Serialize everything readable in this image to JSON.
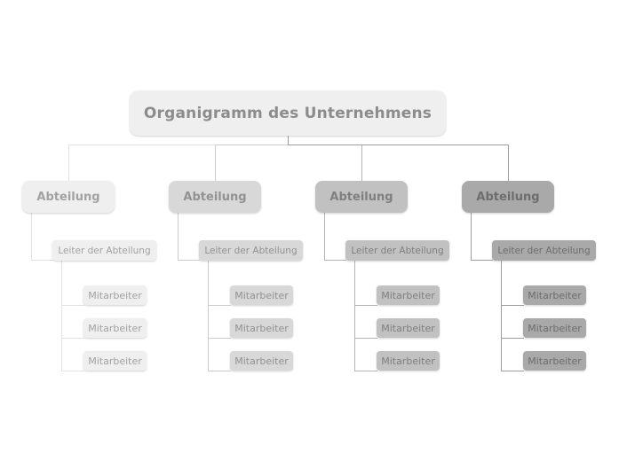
{
  "diagram": {
    "title": "Organigramm des Unternehmens",
    "background": "#ffffff",
    "root": {
      "fill": "#efefef",
      "text_color": "#8c8c8c"
    },
    "departments": [
      {
        "label": "Abteilung",
        "leader_label": "Leiter der Abteilung",
        "employee_labels": [
          "Mitarbeiter",
          "Mitarbeiter",
          "Mitarbeiter"
        ],
        "colors": {
          "fill": "#efefef",
          "text": "#a2a2a2",
          "line": "#e2e2e2"
        }
      },
      {
        "label": "Abteilung",
        "leader_label": "Leiter der Abteilung",
        "employee_labels": [
          "Mitarbeiter",
          "Mitarbeiter",
          "Mitarbeiter"
        ],
        "colors": {
          "fill": "#d8d8d8",
          "text": "#929292",
          "line": "#cccccc"
        }
      },
      {
        "label": "Abteilung",
        "leader_label": "Leiter der Abteilung",
        "employee_labels": [
          "Mitarbeiter",
          "Mitarbeiter",
          "Mitarbeiter"
        ],
        "colors": {
          "fill": "#c1c1c1",
          "text": "#7f7f7f",
          "line": "#b4b4b4"
        }
      },
      {
        "label": "Abteilung",
        "leader_label": "Leiter der Abteilung",
        "employee_labels": [
          "Mitarbeiter",
          "Mitarbeiter",
          "Mitarbeiter"
        ],
        "colors": {
          "fill": "#a9a9a9",
          "text": "#6d6d6d",
          "line": "#9e9e9e"
        }
      }
    ]
  }
}
